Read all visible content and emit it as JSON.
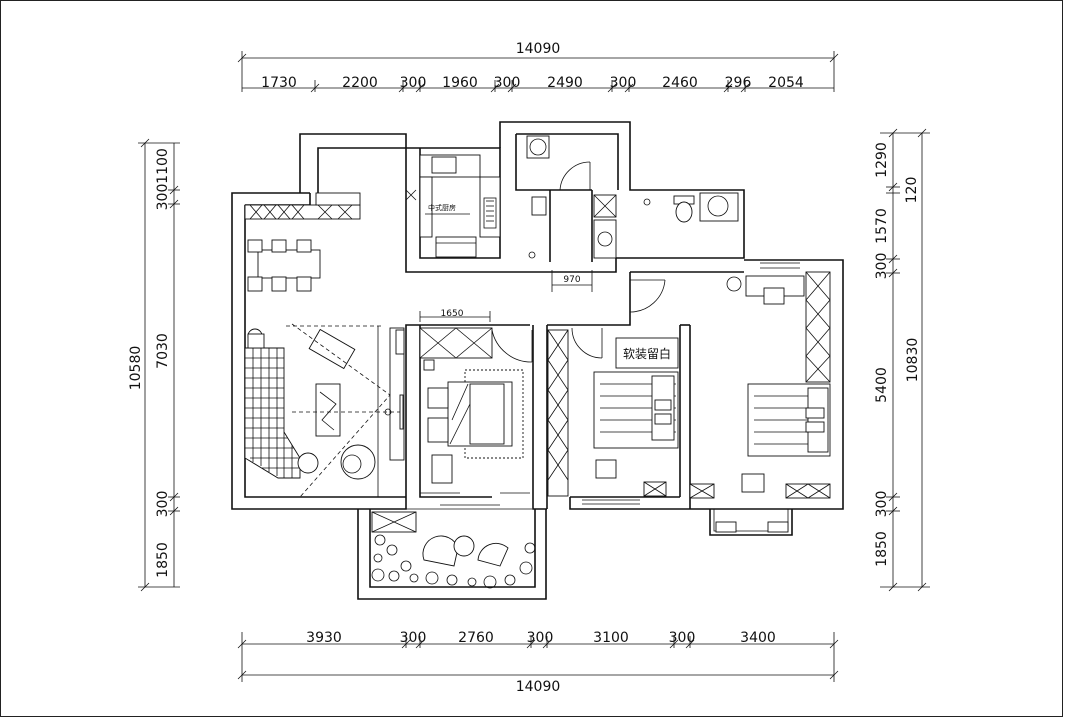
{
  "dimensions": {
    "top_total": "14090",
    "top_segments": [
      "1730",
      "2200",
      "300",
      "1960",
      "300",
      "2490",
      "300",
      "2460",
      "296",
      "2054"
    ],
    "bottom_total": "14090",
    "bottom_segments": [
      "3930",
      "300",
      "2760",
      "300",
      "3100",
      "300",
      "3400"
    ],
    "left_total": "10580",
    "left_segments": [
      "1100",
      "300",
      "7030",
      "300",
      "1850"
    ],
    "right_total": "10830",
    "right_segments": [
      "1290",
      "120",
      "1570",
      "300",
      "5400",
      "300",
      "1850"
    ],
    "inner_bedroom_width": "1650",
    "inner_corridor_width": "970"
  },
  "rooms": {
    "kitchen_label": "中式厨房",
    "bedroom2_label": "软装留白"
  }
}
